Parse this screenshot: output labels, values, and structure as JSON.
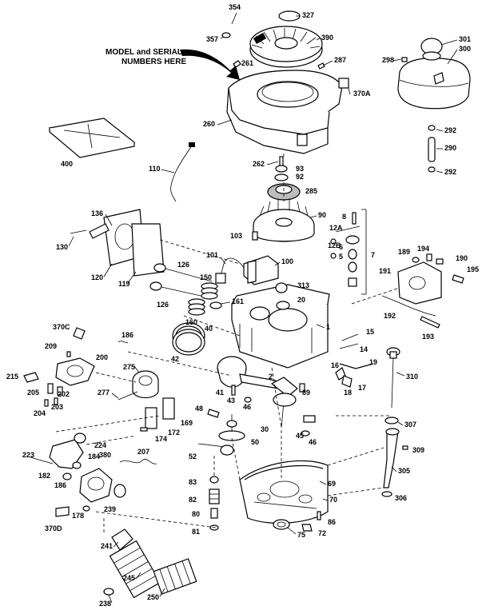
{
  "callout": {
    "line1": "MODEL and SERIAL",
    "line2": "NUMBERS HERE"
  },
  "labels": {
    "354": "354",
    "327": "327",
    "357": "357",
    "390": "390",
    "261": "261",
    "287": "287",
    "370A": "370A",
    "260": "260",
    "301": "301",
    "298": "298",
    "300": "300",
    "292a": "292",
    "290": "290",
    "292b": "292",
    "400": "400",
    "110": "110",
    "262": "262",
    "93": "93",
    "92": "92",
    "285": "285",
    "136": "136",
    "130": "130",
    "120": "120",
    "119": "119",
    "8": "8",
    "12A": "12A",
    "12B": "12B",
    "6": "6",
    "5": "5",
    "7": "7",
    "90": "90",
    "103": "103",
    "101": "101",
    "126a": "126",
    "150": "150",
    "100": "100",
    "126b": "126",
    "313": "313",
    "20": "20",
    "161": "161",
    "160": "160",
    "40": "40",
    "189": "189",
    "194": "194",
    "190": "190",
    "191": "191",
    "195": "195",
    "192": "192",
    "193": "193",
    "370C": "370C",
    "186": "186",
    "209": "209",
    "200": "200",
    "215": "215",
    "205": "205",
    "202": "202",
    "203": "203",
    "204": "204",
    "1": "1",
    "15": "15",
    "14": "14",
    "19": "19",
    "16": "16",
    "17": "17",
    "18": "18",
    "310": "310",
    "42": "42",
    "275": "275",
    "277": "277",
    "2": "2",
    "41": "41",
    "43": "43",
    "46a": "46",
    "89": "89",
    "48": "48",
    "169": "169",
    "172": "172",
    "174": "174",
    "30": "30",
    "45": "45",
    "46b": "46",
    "307": "307",
    "224": "224",
    "223": "223",
    "184": "184",
    "380": "380",
    "207": "207",
    "52": "52",
    "50": "50",
    "309": "309",
    "182": "182",
    "186b": "186",
    "305": "305",
    "83": "83",
    "69": "69",
    "82": "82",
    "178": "178",
    "239": "239",
    "70": "70",
    "306": "306",
    "370D": "370D",
    "80": "80",
    "75": "75",
    "86": "86",
    "81": "81",
    "72": "72",
    "241": "241",
    "245": "245",
    "238": "238",
    "250": "250"
  }
}
